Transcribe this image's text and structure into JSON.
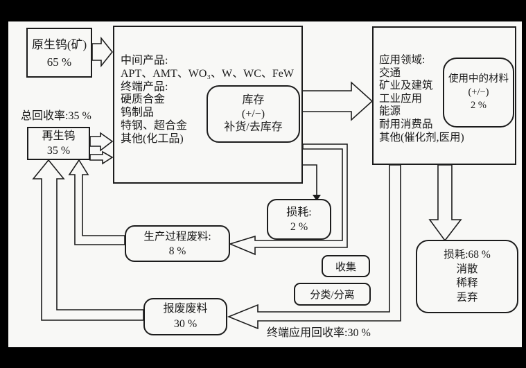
{
  "figure": {
    "description": "tungsten-material-flow-diagram",
    "colors": {
      "frame": "#000000",
      "paper": "#f8f8f6",
      "line": "#1c1c1c",
      "text": "#1a1a1a"
    }
  },
  "nodes": {
    "primary": {
      "lines": [
        "原生钨(矿)",
        "65 %"
      ]
    },
    "total_recovery": "总回收率:35 %",
    "secondary": {
      "lines": [
        "再生钨",
        "35 %"
      ]
    },
    "products": {
      "lines": [
        "中间产品:",
        "APT、AMT、WO₃、W、WC、FeW",
        "终端产品:",
        "硬质合金",
        "钨制品",
        "特钢、超合金",
        "其他(化工品)"
      ]
    },
    "inventory": {
      "lines": [
        "库存",
        "(+/−)",
        "补货/去库存"
      ]
    },
    "applications": {
      "lines": [
        "应用领域:",
        "交通",
        "矿业及建筑",
        "工业应用",
        "能源",
        "耐用消费品",
        "其他(催化剂,医用)"
      ]
    },
    "in_use": {
      "lines": [
        "使用中的材料",
        "(+/−)",
        "2 %"
      ]
    },
    "loss_production": {
      "lines": [
        "损耗:",
        "2 %"
      ]
    },
    "collection": "收集",
    "sorting": "分类/分离",
    "process_scrap": {
      "lines": [
        "生产过程废料:",
        "8 %"
      ]
    },
    "end_of_life_scrap": {
      "lines": [
        "报废废料",
        "30 %"
      ]
    },
    "loss_end_of_life": {
      "lines": [
        "损耗:68 %",
        "消散",
        "稀释",
        "丢弃"
      ]
    },
    "eol_recovery": "终端应用回收率:30 %"
  }
}
